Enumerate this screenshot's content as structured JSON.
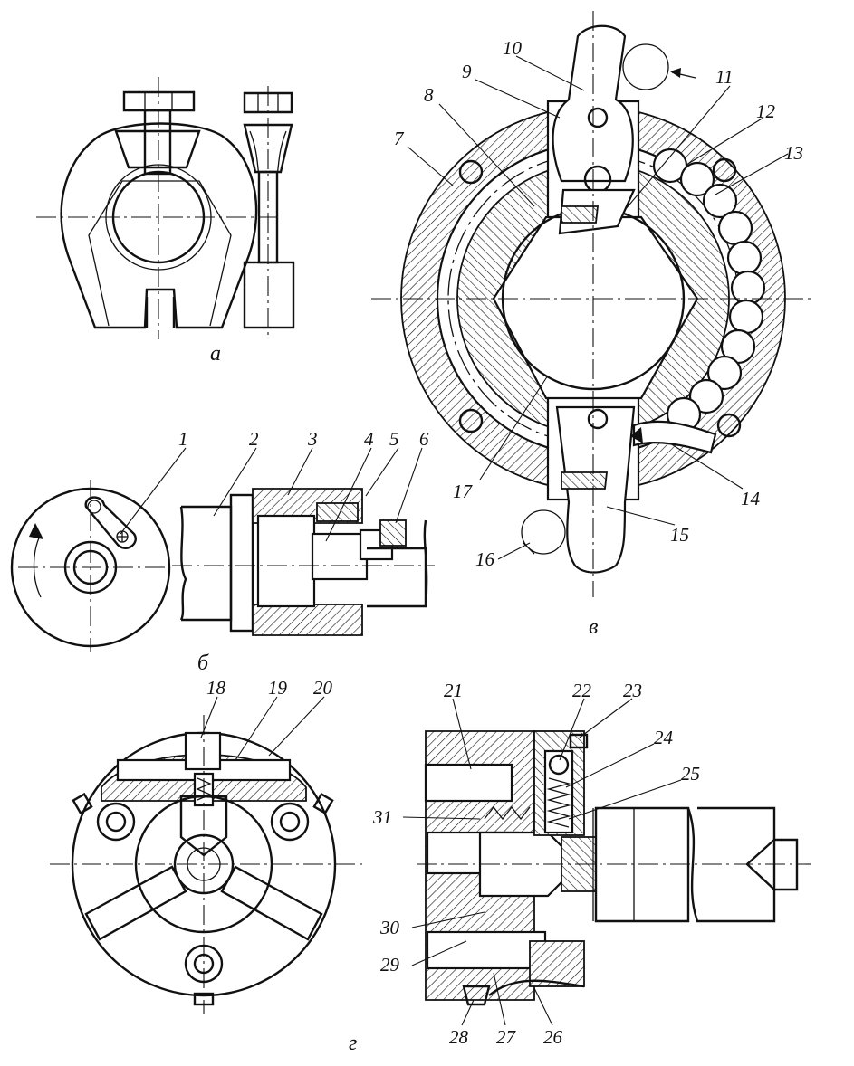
{
  "figure": {
    "captions": {
      "a": "а",
      "b": "б",
      "v": "в",
      "g": "г"
    },
    "callouts": [
      "1",
      "2",
      "3",
      "4",
      "5",
      "6",
      "7",
      "8",
      "9",
      "10",
      "11",
      "12",
      "13",
      "14",
      "15",
      "16",
      "17",
      "18",
      "19",
      "20",
      "21",
      "22",
      "23",
      "24",
      "25",
      "26",
      "27",
      "28",
      "29",
      "30",
      "31"
    ]
  }
}
